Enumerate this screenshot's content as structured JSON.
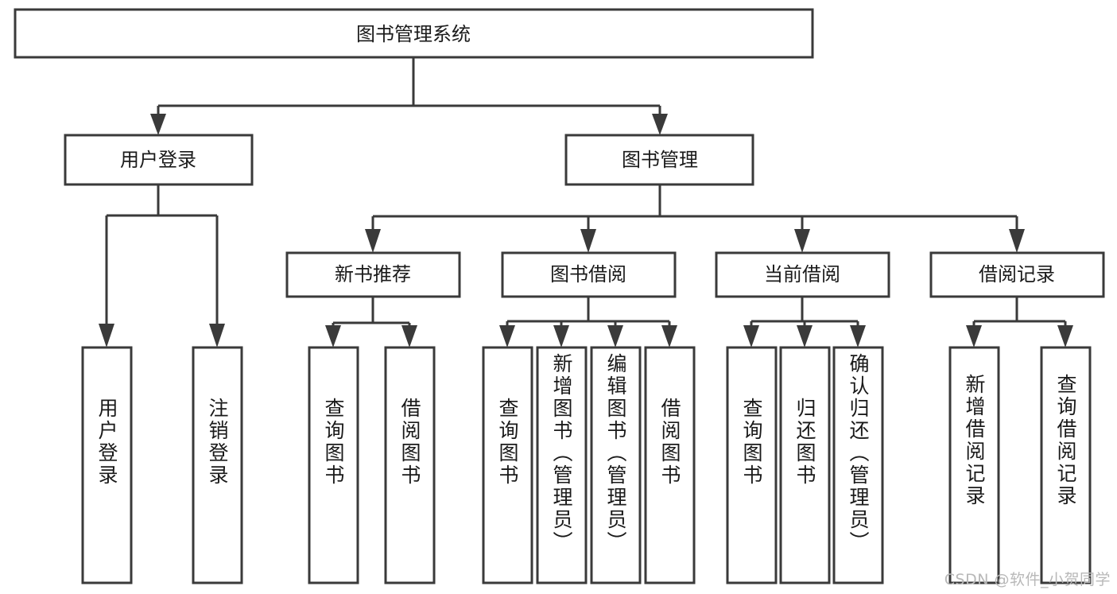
{
  "diagram": {
    "title": "图书管理系统",
    "type": "hierarchy-tree",
    "root": {
      "id": "root",
      "label": "图书管理系统",
      "shape": "rect",
      "orientation": "horizontal"
    },
    "level2": [
      {
        "id": "user-login",
        "label": "用户登录",
        "orientation": "horizontal"
      },
      {
        "id": "book-manage",
        "label": "图书管理",
        "orientation": "horizontal"
      }
    ],
    "level3": [
      {
        "id": "new-book-recommend",
        "label": "新书推荐",
        "parent": "book-manage",
        "orientation": "horizontal"
      },
      {
        "id": "book-borrow",
        "label": "图书借阅",
        "parent": "book-manage",
        "orientation": "horizontal"
      },
      {
        "id": "current-borrow",
        "label": "当前借阅",
        "parent": "book-manage",
        "orientation": "horizontal"
      },
      {
        "id": "borrow-record",
        "label": "借阅记录",
        "parent": "book-manage",
        "orientation": "horizontal"
      }
    ],
    "leaves": [
      {
        "id": "leaf-user-login",
        "label": "用户登录",
        "parent": "user-login",
        "orientation": "vertical"
      },
      {
        "id": "leaf-user-logout",
        "label": "注销登录",
        "parent": "user-login",
        "orientation": "vertical"
      },
      {
        "id": "leaf-query-book-1",
        "label": "查询图书",
        "parent": "new-book-recommend",
        "orientation": "vertical"
      },
      {
        "id": "leaf-borrow-book-1",
        "label": "借阅图书",
        "parent": "new-book-recommend",
        "orientation": "vertical"
      },
      {
        "id": "leaf-query-book-2",
        "label": "查询图书",
        "parent": "book-borrow",
        "orientation": "vertical"
      },
      {
        "id": "leaf-add-book",
        "label": "新增图书（管理员）",
        "parent": "book-borrow",
        "orientation": "vertical"
      },
      {
        "id": "leaf-edit-book",
        "label": "编辑图书（管理员）",
        "parent": "book-borrow",
        "orientation": "vertical"
      },
      {
        "id": "leaf-borrow-book-2",
        "label": "借阅图书",
        "parent": "book-borrow",
        "orientation": "vertical"
      },
      {
        "id": "leaf-query-book-3",
        "label": "查询图书",
        "parent": "current-borrow",
        "orientation": "vertical"
      },
      {
        "id": "leaf-return-book",
        "label": "归还图书",
        "parent": "current-borrow",
        "orientation": "vertical"
      },
      {
        "id": "leaf-confirm-return",
        "label": "确认归还（管理员）",
        "parent": "current-borrow",
        "orientation": "vertical"
      },
      {
        "id": "leaf-add-record",
        "label": "新增借阅记录",
        "parent": "borrow-record",
        "orientation": "vertical"
      },
      {
        "id": "leaf-query-record",
        "label": "查询借阅记录",
        "parent": "borrow-record",
        "orientation": "vertical"
      }
    ],
    "colors": {
      "stroke": "#3a3a3a",
      "box_fill": "#ffffff",
      "text": "#1a1a1a",
      "background": "#ffffff",
      "watermark": "#b8b8b8"
    }
  },
  "watermark": {
    "text": "CSDN @软件_小贺同学"
  }
}
